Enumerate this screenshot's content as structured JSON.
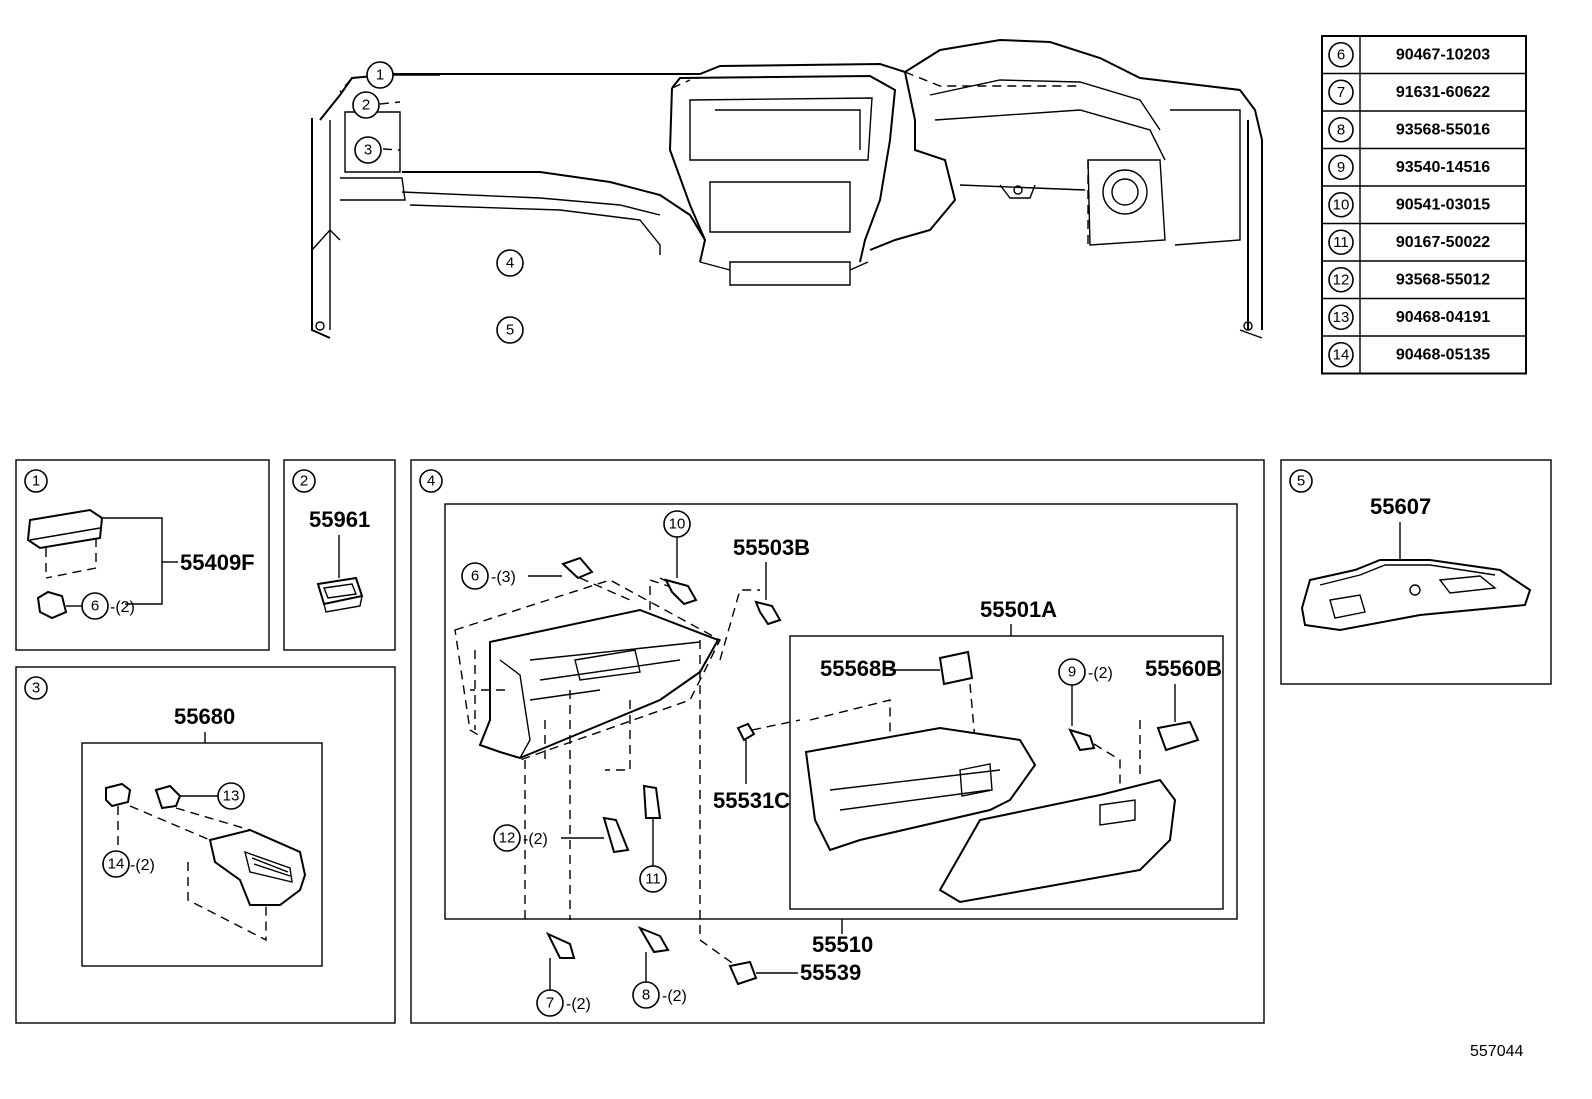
{
  "dash_callouts": [
    "1",
    "2",
    "3",
    "4",
    "5"
  ],
  "table": [
    {
      "idx": "6",
      "part": "90467-10203"
    },
    {
      "idx": "7",
      "part": "91631-60622"
    },
    {
      "idx": "8",
      "part": "93568-55016"
    },
    {
      "idx": "9",
      "part": "93540-14516"
    },
    {
      "idx": "10",
      "part": "90541-03015"
    },
    {
      "idx": "11",
      "part": "90167-50022"
    },
    {
      "idx": "12",
      "part": "93568-55012"
    },
    {
      "idx": "13",
      "part": "90468-04191"
    },
    {
      "idx": "14",
      "part": "90468-05135"
    }
  ],
  "boxes": {
    "b1": {
      "num": "1",
      "part": "55409F",
      "sub_idx": "6",
      "sub_qty": "-(2)"
    },
    "b2": {
      "num": "2",
      "part": "55961"
    },
    "b3": {
      "num": "3",
      "part": "55680",
      "c13": "13",
      "c14": "14",
      "c14_qty": "-(2)"
    },
    "b4": {
      "num": "4",
      "p55503B": "55503B",
      "p55501A": "55501A",
      "p55568B": "55568B",
      "p55560B": "55560B",
      "p55531C": "55531C",
      "p55510": "55510",
      "p55539": "55539",
      "c6": "6",
      "c6_qty": "-(3)",
      "c10": "10",
      "c9": "9",
      "c9_qty": "-(2)",
      "c12": "12",
      "c12_qty": "-(2)",
      "c11": "11",
      "c7": "7",
      "c7_qty": "-(2)",
      "c8": "8",
      "c8_qty": "-(2)"
    },
    "b5": {
      "num": "5",
      "part": "55607"
    }
  },
  "ref_code": "557044"
}
